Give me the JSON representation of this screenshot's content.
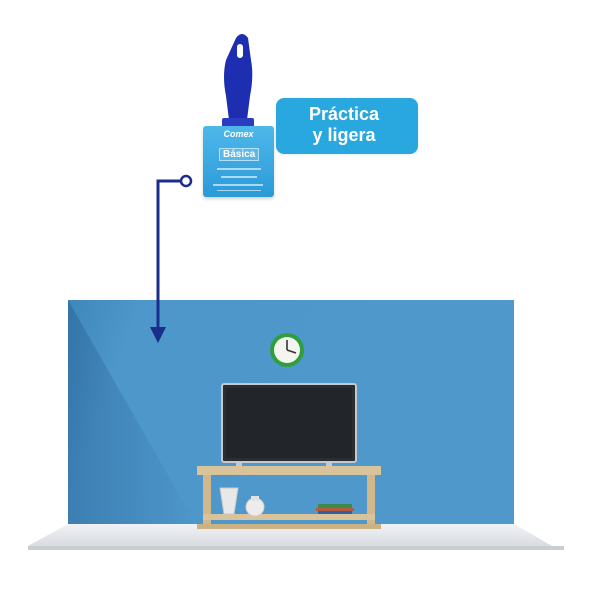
{
  "callout": {
    "line1": "Práctica",
    "line2": "y ligera"
  },
  "product": {
    "brand": "Comex",
    "line": "Básica"
  },
  "colors": {
    "callout_bg": "#29a8e0",
    "wall": "#4e98cc",
    "arrow": "#1b2d8c",
    "brush_handle": "#1d2fb0",
    "clock_ring": "#2f9f3e"
  },
  "icons": [
    "paintbrush-product",
    "pointer-arrow-icon",
    "wall-clock-icon",
    "tv-icon",
    "shelf",
    "vase-icon",
    "books-icon"
  ]
}
